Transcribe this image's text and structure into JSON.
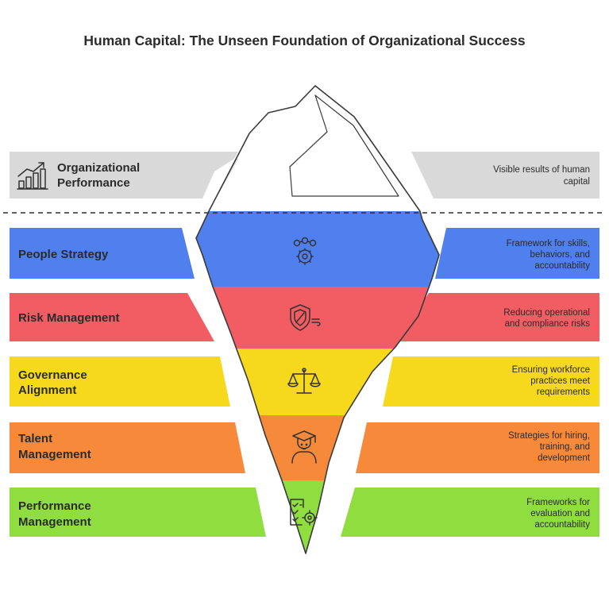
{
  "title": "Human Capital: The Unseen Foundation of Organizational Success",
  "colors": {
    "top": "#d9d9d9",
    "people_strategy": "#4f80ee",
    "risk_management": "#f25c63",
    "governance_alignment": "#f6d81c",
    "talent_management": "#f68a3a",
    "performance_management": "#8fdd3f"
  },
  "top_layer": {
    "label_line1": "Organizational",
    "label_line2": "Performance",
    "desc_line1": "Visible results of human",
    "desc_line2": "capital",
    "icon": "growth-chart-icon"
  },
  "layers": [
    {
      "id": "people-strategy",
      "label_lines": [
        "People Strategy"
      ],
      "desc_lines": [
        "Framework for skills,",
        "behaviors, and",
        "accountability"
      ],
      "icon": "people-network-gear-icon"
    },
    {
      "id": "risk-management",
      "label_lines": [
        "Risk Management"
      ],
      "desc_lines": [
        "Reducing operational",
        "and compliance risks"
      ],
      "icon": "shield-icon"
    },
    {
      "id": "governance-alignment",
      "label_lines": [
        "Governance",
        "Alignment"
      ],
      "desc_lines": [
        "Ensuring workforce",
        "practices meet",
        "requirements"
      ],
      "icon": "balance-scale-icon"
    },
    {
      "id": "talent-management",
      "label_lines": [
        "Talent",
        "Management"
      ],
      "desc_lines": [
        "Strategies for hiring,",
        "training, and",
        "development"
      ],
      "icon": "graduate-icon"
    },
    {
      "id": "performance-management",
      "label_lines": [
        "Performance",
        "Management"
      ],
      "desc_lines": [
        "Frameworks for",
        "evaluation and",
        "accountability"
      ],
      "icon": "checklist-gear-icon"
    }
  ]
}
